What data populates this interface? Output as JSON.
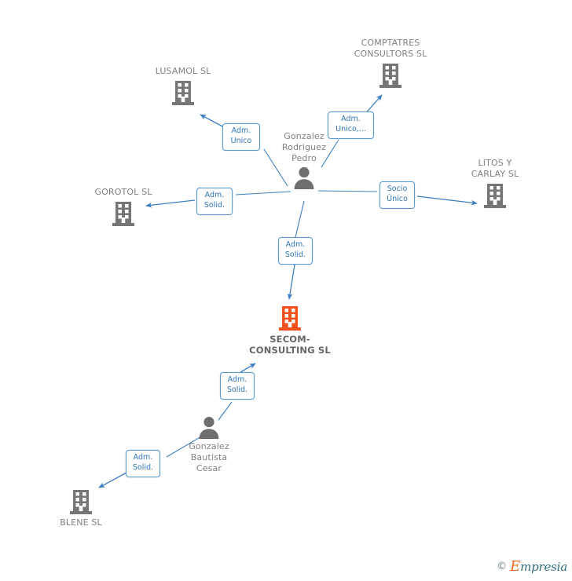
{
  "diagram": {
    "type": "relationship-graph",
    "background": "#ffffff",
    "colors": {
      "edge": "#3d7fc1",
      "chip_border": "#5b9bd5",
      "chip_text": "#2e75b6",
      "company_icon": "#767676",
      "company_icon_highlight": "#f4511e",
      "person_icon": "#6e6e6e",
      "label_text": "#808080"
    }
  },
  "nodes": [
    {
      "id": "lusamol",
      "kind": "company",
      "name": "LUSAMOL SL",
      "label_position": "above",
      "highlight": false
    },
    {
      "id": "comptatres",
      "kind": "company",
      "name": "COMPTATRES\nCONSULTORS SL",
      "label_position": "above",
      "highlight": false
    },
    {
      "id": "gorotol",
      "kind": "company",
      "name": "GOROTOL SL",
      "label_position": "above",
      "highlight": false
    },
    {
      "id": "litos",
      "kind": "company",
      "name": "LITOS Y\nCARLAY  SL",
      "label_position": "above",
      "highlight": false
    },
    {
      "id": "secom",
      "kind": "company",
      "name": "SECOM-\nCONSULTING SL",
      "label_position": "below",
      "highlight": true
    },
    {
      "id": "blene",
      "kind": "company",
      "name": "BLENE SL",
      "label_position": "below",
      "highlight": false
    },
    {
      "id": "pedro",
      "kind": "person",
      "name": "Gonzalez\nRodriguez\nPedro",
      "label_position": "above",
      "highlight": false
    },
    {
      "id": "cesar",
      "kind": "person",
      "name": "Gonzalez\nBautista\nCesar",
      "label_position": "below",
      "highlight": false
    }
  ],
  "edges": [
    {
      "id": "pedro-lusamol",
      "from": "pedro",
      "to": "lusamol",
      "label": "Adm.\nUnico"
    },
    {
      "id": "pedro-comptatres",
      "from": "pedro",
      "to": "comptatres",
      "label": "Adm.\nUnico,..."
    },
    {
      "id": "pedro-gorotol",
      "from": "pedro",
      "to": "gorotol",
      "label": "Adm.\nSolid."
    },
    {
      "id": "pedro-litos",
      "from": "pedro",
      "to": "litos",
      "label": "Socio\nÚnico"
    },
    {
      "id": "pedro-secom",
      "from": "pedro",
      "to": "secom",
      "label": "Adm.\nSolid."
    },
    {
      "id": "cesar-secom",
      "from": "cesar",
      "to": "secom",
      "label": "Adm.\nSolid."
    },
    {
      "id": "cesar-blene",
      "from": "cesar",
      "to": "blene",
      "label": "Adm.\nSolid."
    }
  ],
  "watermark": {
    "copyright": "©",
    "brand_initial": "E",
    "brand_rest": "mpresia"
  }
}
